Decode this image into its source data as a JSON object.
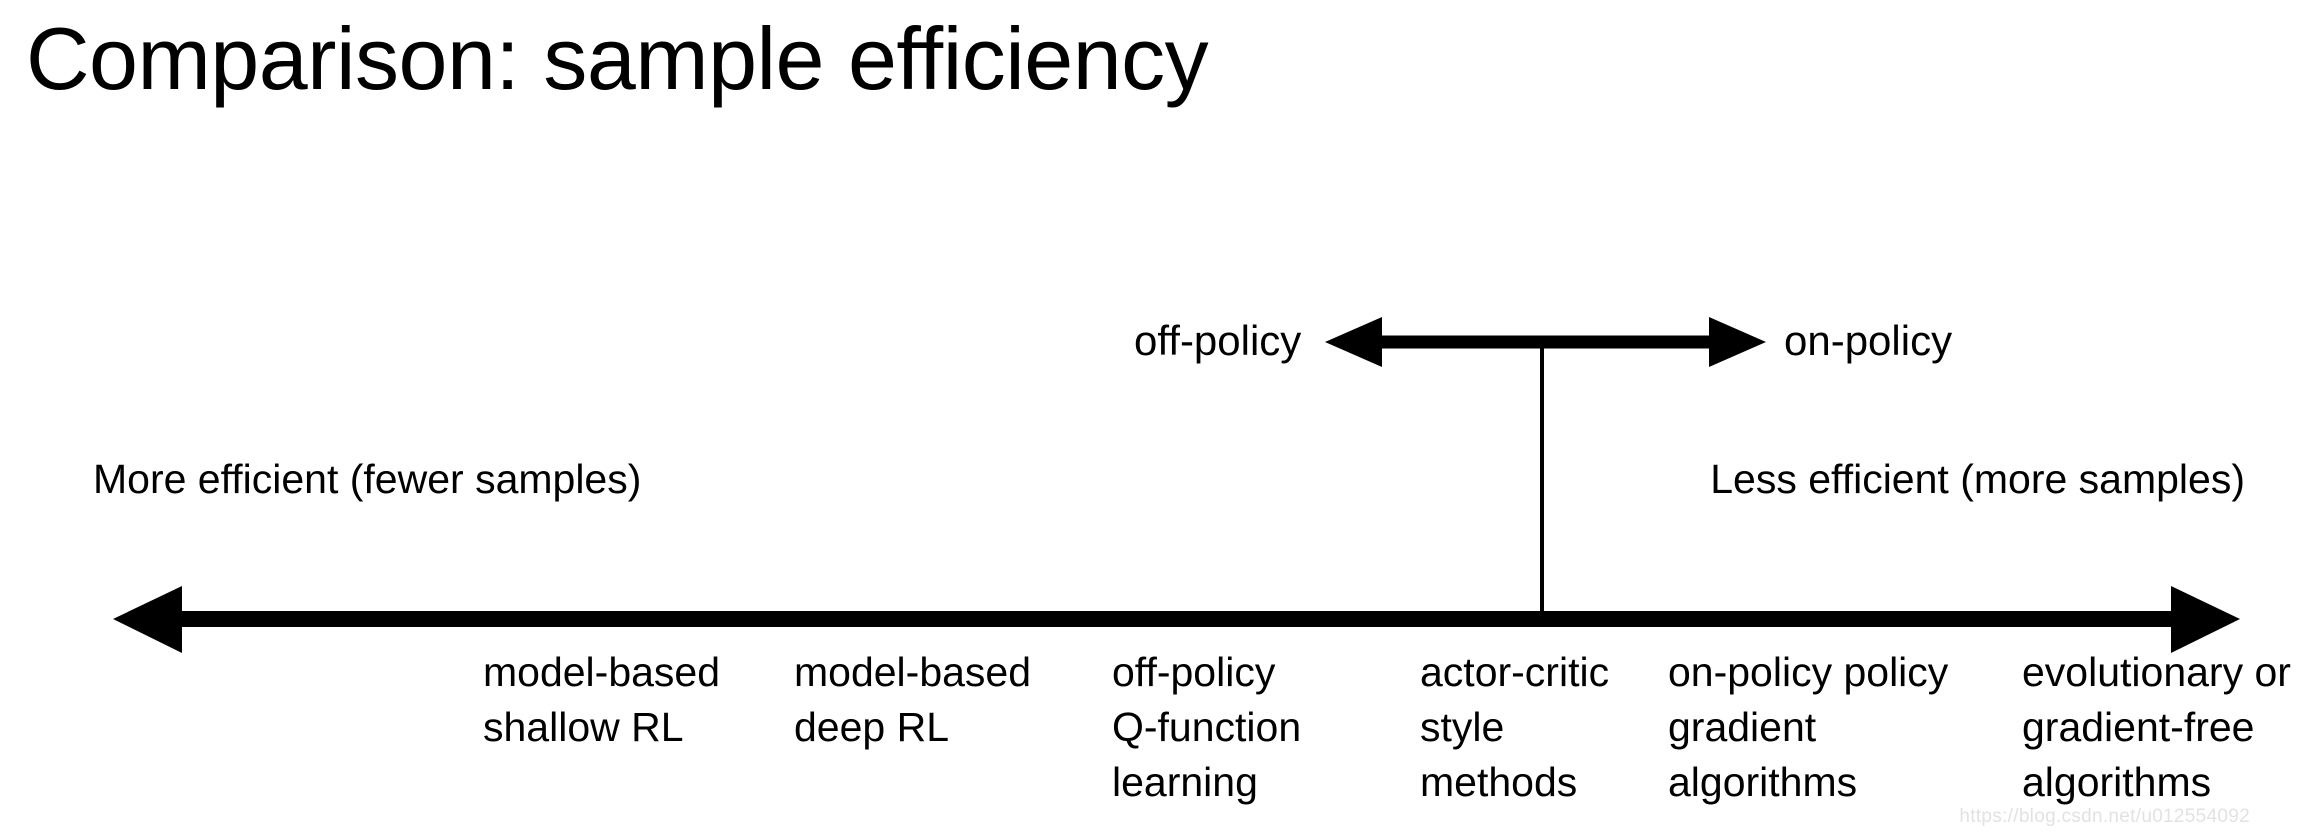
{
  "slide": {
    "title": "Comparison: sample efficiency",
    "background_color": "#ffffff",
    "ink_color": "#000000"
  },
  "policy_axis": {
    "left_label": "off-policy",
    "right_label": "on-policy"
  },
  "efficiency_axis": {
    "left": {
      "line1": "More efficient",
      "line2": "(fewer samples)"
    },
    "right": {
      "line1": "Less efficient",
      "line2": "(more samples)"
    }
  },
  "categories": [
    {
      "line1": "model-based",
      "line2": "shallow RL",
      "line3": ""
    },
    {
      "line1": "model-based",
      "line2": "deep RL",
      "line3": ""
    },
    {
      "line1": "off-policy",
      "line2": "Q-function",
      "line3": "learning"
    },
    {
      "line1": "actor-critic",
      "line2": "style",
      "line3": "methods"
    },
    {
      "line1": "on-policy policy",
      "line2": "gradient",
      "line3": "algorithms"
    },
    {
      "line1": "evolutionary or",
      "line2": "gradient-free",
      "line3": "algorithms"
    }
  ],
  "watermark": {
    "text": "https://blog.csdn.net/u012554092"
  }
}
